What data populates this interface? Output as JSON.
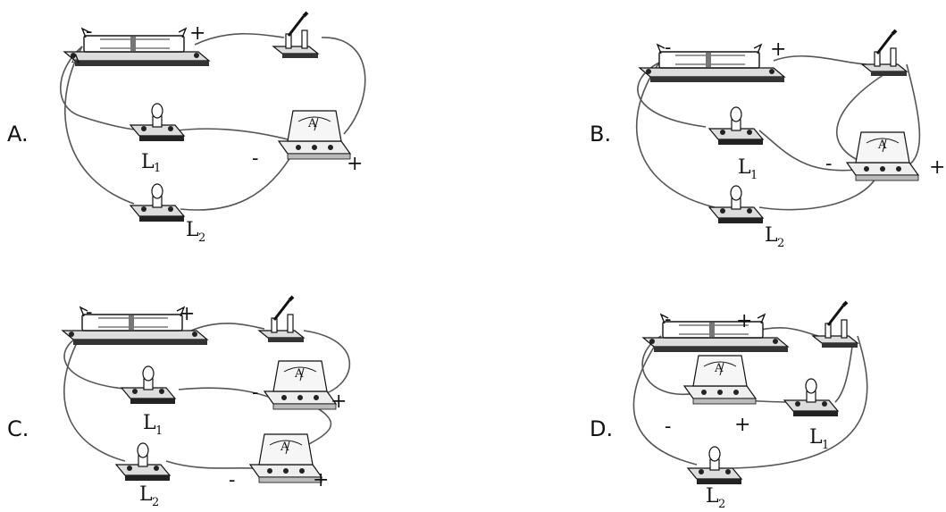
{
  "options": [
    {
      "label": "A.",
      "lamp1": "L",
      "lamp1_sub": "1",
      "lamp2": "L",
      "lamp2_sub": "2",
      "minus": "-",
      "plus": "+"
    },
    {
      "label": "B.",
      "lamp1": "L",
      "lamp1_sub": "1",
      "lamp2": "L",
      "lamp2_sub": "2",
      "minus": "-",
      "plus": "+"
    },
    {
      "label": "C.",
      "lamp1": "L",
      "lamp1_sub": "1",
      "lamp2": "L",
      "lamp2_sub": "2",
      "minus": "-",
      "plus": "+",
      "minus2": "-",
      "plus2": "+"
    },
    {
      "label": "D.",
      "lamp1": "L",
      "lamp1_sub": "1",
      "lamp2": "L",
      "lamp2_sub": "2",
      "minus": "-",
      "plus": "+"
    }
  ],
  "battery": {
    "minus": "-",
    "plus": "+",
    "terminal": "A"
  },
  "ammeter_face": "A"
}
